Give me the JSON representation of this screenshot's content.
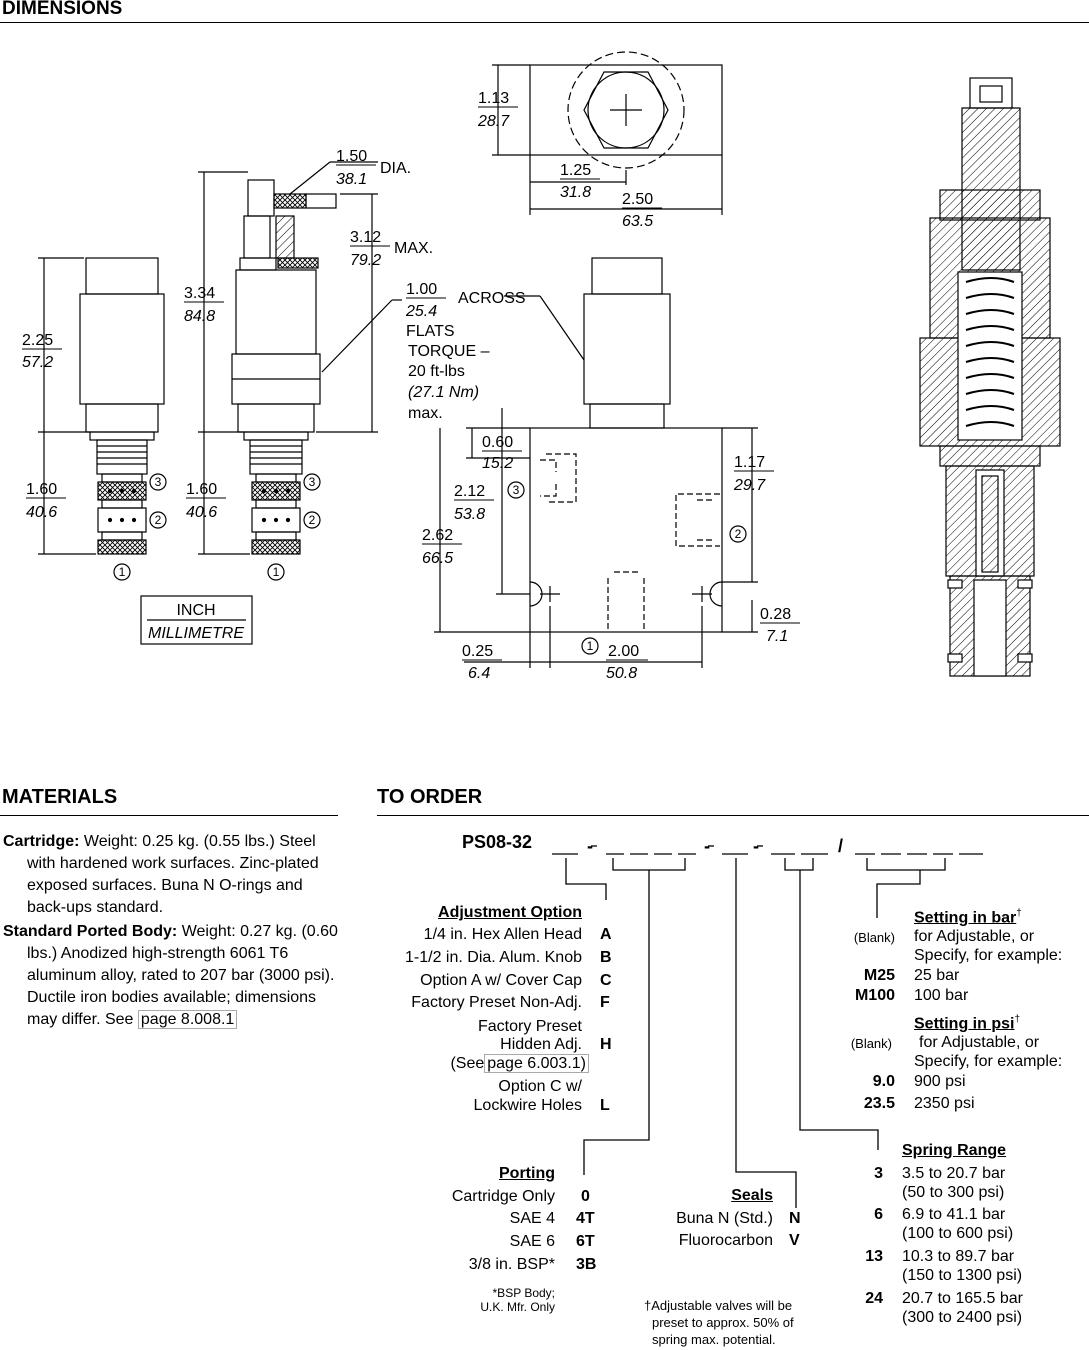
{
  "sections": {
    "dimensions": "DIMENSIONS",
    "materials": "MATERIALS",
    "to_order": "TO ORDER"
  },
  "drawing": {
    "dims": {
      "d1": [
        "2.25",
        "57.2"
      ],
      "d2": [
        "1.60",
        "40.6"
      ],
      "d3": [
        "3.34",
        "84.8"
      ],
      "d4": [
        "1.60",
        "40.6"
      ],
      "d5": [
        "1.50",
        "38.1"
      ],
      "d6": [
        "3.12",
        "79.2"
      ],
      "d7": [
        "1.00",
        "25.4"
      ],
      "d8": [
        "1.13",
        "28.7"
      ],
      "d9": [
        "1.25",
        "31.8"
      ],
      "d10": [
        "2.50",
        "63.5"
      ],
      "d11": [
        "0.60",
        "15.2"
      ],
      "d12": [
        "2.12",
        "53.8"
      ],
      "d13": [
        "2.62",
        "66.5"
      ],
      "d14": [
        "1.17",
        "29.7"
      ],
      "d15": [
        "0.28",
        "7.1"
      ],
      "d16": [
        "0.25",
        "6.4"
      ],
      "d17": [
        "2.00",
        "50.8"
      ]
    },
    "dia": "DIA.",
    "max": "MAX.",
    "across": "ACROSS",
    "flats": "FLATS",
    "torque": [
      "TORQUE –",
      "20  ft-lbs",
      "(27.1 Nm)",
      "max."
    ],
    "legend": {
      "inch": "INCH",
      "mm": "MILLIMETRE"
    },
    "ports": {
      "p1": "1",
      "p2": "2",
      "p3": "3"
    }
  },
  "materials": {
    "cartridge_label": "Cartridge:",
    "cartridge_text": "Weight: 0.25 kg. (0.55 lbs.) Steel with hardened work surfaces. Zinc-plated exposed surfaces. Buna N O-rings and back-ups standard.",
    "body_label": "Standard Ported Body:",
    "body_text": "Weight: 0.27 kg. (0.60 lbs.) Anodized high-strength 6061 T6 aluminum alloy, rated to 207 bar (3000 psi). Ductile iron bodies available; dimensions may differ. See",
    "body_link": "page 8.008.1"
  },
  "order": {
    "model_prefix": "PS08-32",
    "adjustment": {
      "title": "Adjustment Option",
      "options": [
        {
          "label": "1/4 in. Hex Allen Head",
          "code": "A"
        },
        {
          "label": "1-1/2 in. Dia. Alum. Knob",
          "code": "B"
        },
        {
          "label": "Option A w/ Cover Cap",
          "code": "C"
        },
        {
          "label": "Factory Preset Non-Adj.",
          "code": "F"
        }
      ],
      "h_line1": "Factory Preset",
      "h_line2": "Hidden Adj.",
      "h_code": "H",
      "h_see": "(See",
      "h_link": "page 6.003.1",
      "h_close": ")",
      "l_line1": "Option C w/",
      "l_line2": "Lockwire Holes",
      "l_code": "L"
    },
    "setting_bar": {
      "title": "Setting in bar",
      "mark": "†",
      "blank": "(Blank)",
      "blank_text1": "for Adjustable, or",
      "blank_text2": "Specify, for example:",
      "ex": [
        {
          "code": "M25",
          "text": "25 bar"
        },
        {
          "code": "M100",
          "text": "100 bar"
        }
      ]
    },
    "setting_psi": {
      "title": "Setting in psi",
      "mark": "†",
      "blank": "(Blank)",
      "blank_text1": "for Adjustable, or",
      "blank_text2": "Specify, for example:",
      "ex": [
        {
          "code": "9.0",
          "text": "900 psi"
        },
        {
          "code": "23.5",
          "text": "2350 psi"
        }
      ]
    },
    "porting": {
      "title": "Porting",
      "options": [
        {
          "label": "Cartridge Only",
          "code": "0"
        },
        {
          "label": "SAE 4",
          "code": "4T"
        },
        {
          "label": "SAE 6",
          "code": "6T"
        },
        {
          "label": "3/8 in. BSP*",
          "code": "3B"
        }
      ],
      "note1": "*BSP Body;",
      "note2": "U.K. Mfr. Only"
    },
    "seals": {
      "title": "Seals",
      "options": [
        {
          "label": "Buna N (Std.)",
          "code": "N"
        },
        {
          "label": "Fluorocarbon",
          "code": "V"
        }
      ]
    },
    "spring": {
      "title": "Spring Range",
      "options": [
        {
          "code": "3",
          "line1": "3.5 to 20.7 bar",
          "line2": "(50 to 300 psi)"
        },
        {
          "code": "6",
          "line1": "6.9 to 41.1 bar",
          "line2": "(100 to 600 psi)"
        },
        {
          "code": "13",
          "line1": "10.3 to 89.7 bar",
          "line2": "(150 to 1300 psi)"
        },
        {
          "code": "24",
          "line1": "20.7 to 165.5 bar",
          "line2": "(300 to 2400 psi)"
        }
      ]
    },
    "footnote": [
      "†Adjustable valves will be",
      "preset to approx. 50% of",
      "spring max. potential."
    ]
  }
}
